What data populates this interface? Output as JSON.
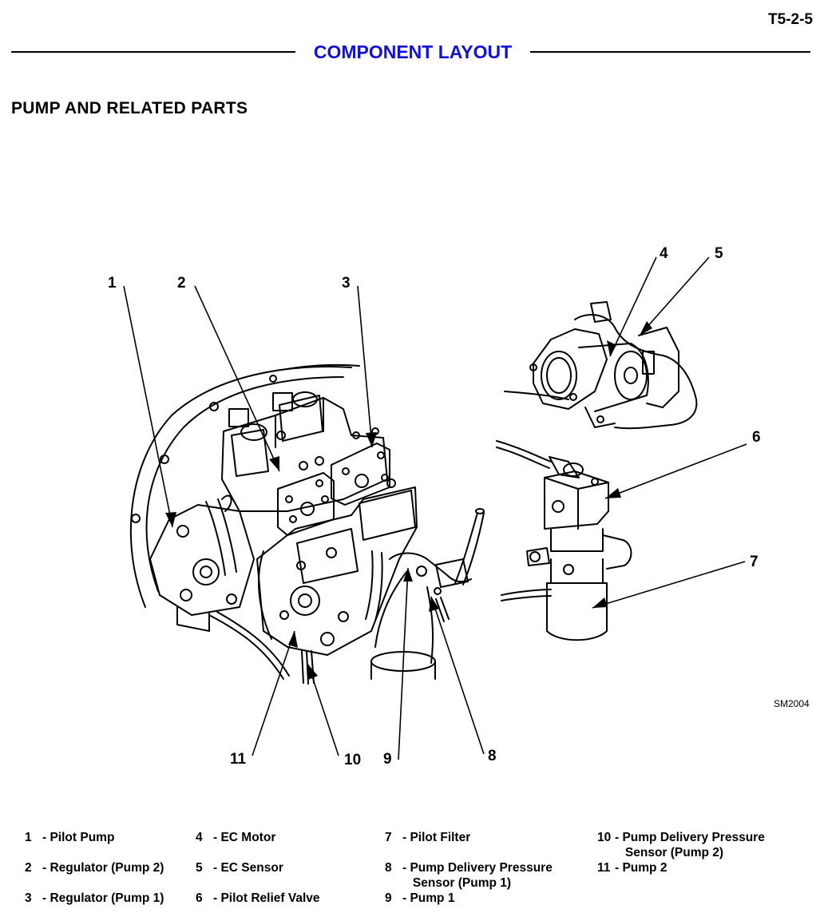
{
  "header": {
    "page_id": "T5-2-5",
    "section_title": "COMPONENT LAYOUT"
  },
  "subheading": "PUMP AND RELATED PARTS",
  "figure": {
    "code": "SM2004",
    "callouts": [
      "1",
      "2",
      "3",
      "4",
      "5",
      "6",
      "7",
      "8",
      "9",
      "10",
      "11"
    ]
  },
  "legend": [
    {
      "num": "1",
      "label": "- Pilot Pump"
    },
    {
      "num": "2",
      "label": "- Regulator (Pump 2)"
    },
    {
      "num": "3",
      "label": "- Regulator (Pump 1)"
    },
    {
      "num": "4",
      "label": "- EC Motor"
    },
    {
      "num": "5",
      "label": "- EC Sensor"
    },
    {
      "num": "6",
      "label": "- Pilot Relief Valve"
    },
    {
      "num": "7",
      "label": "- Pilot Filter"
    },
    {
      "num": "8",
      "label": "- Pump Delivery Pressure\n   Sensor (Pump 1)"
    },
    {
      "num": "9",
      "label": "- Pump 1"
    },
    {
      "num": "10",
      "label": "- Pump Delivery Pressure\n   Sensor (Pump 2)"
    },
    {
      "num": "11",
      "label": "- Pump 2"
    }
  ]
}
